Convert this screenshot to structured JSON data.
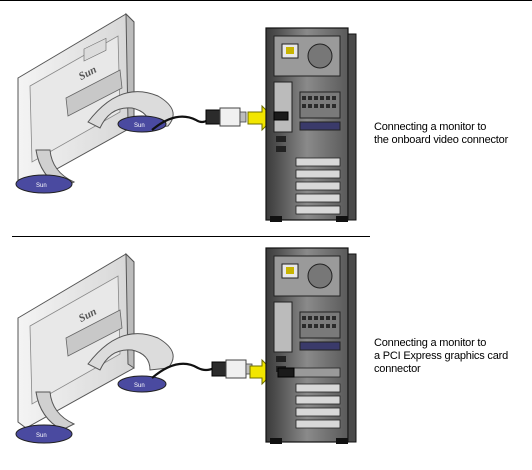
{
  "panels": [
    {
      "id": "onboard",
      "caption_lines": [
        "Connecting a monitor to",
        "the onboard video connector"
      ],
      "monitor_logo": "Sun"
    },
    {
      "id": "pcie",
      "caption_lines": [
        "Connecting a monitor to",
        "a PCI Express graphics card",
        "connector"
      ],
      "monitor_logo": "Sun"
    }
  ],
  "colors": {
    "arrow_fill": "#f2e600",
    "arrow_stroke": "#6e6e00",
    "monitor_base": "#4a4aa0",
    "tower_dark": "#2b2b2b",
    "tower_mid": "#6a6a6a"
  }
}
